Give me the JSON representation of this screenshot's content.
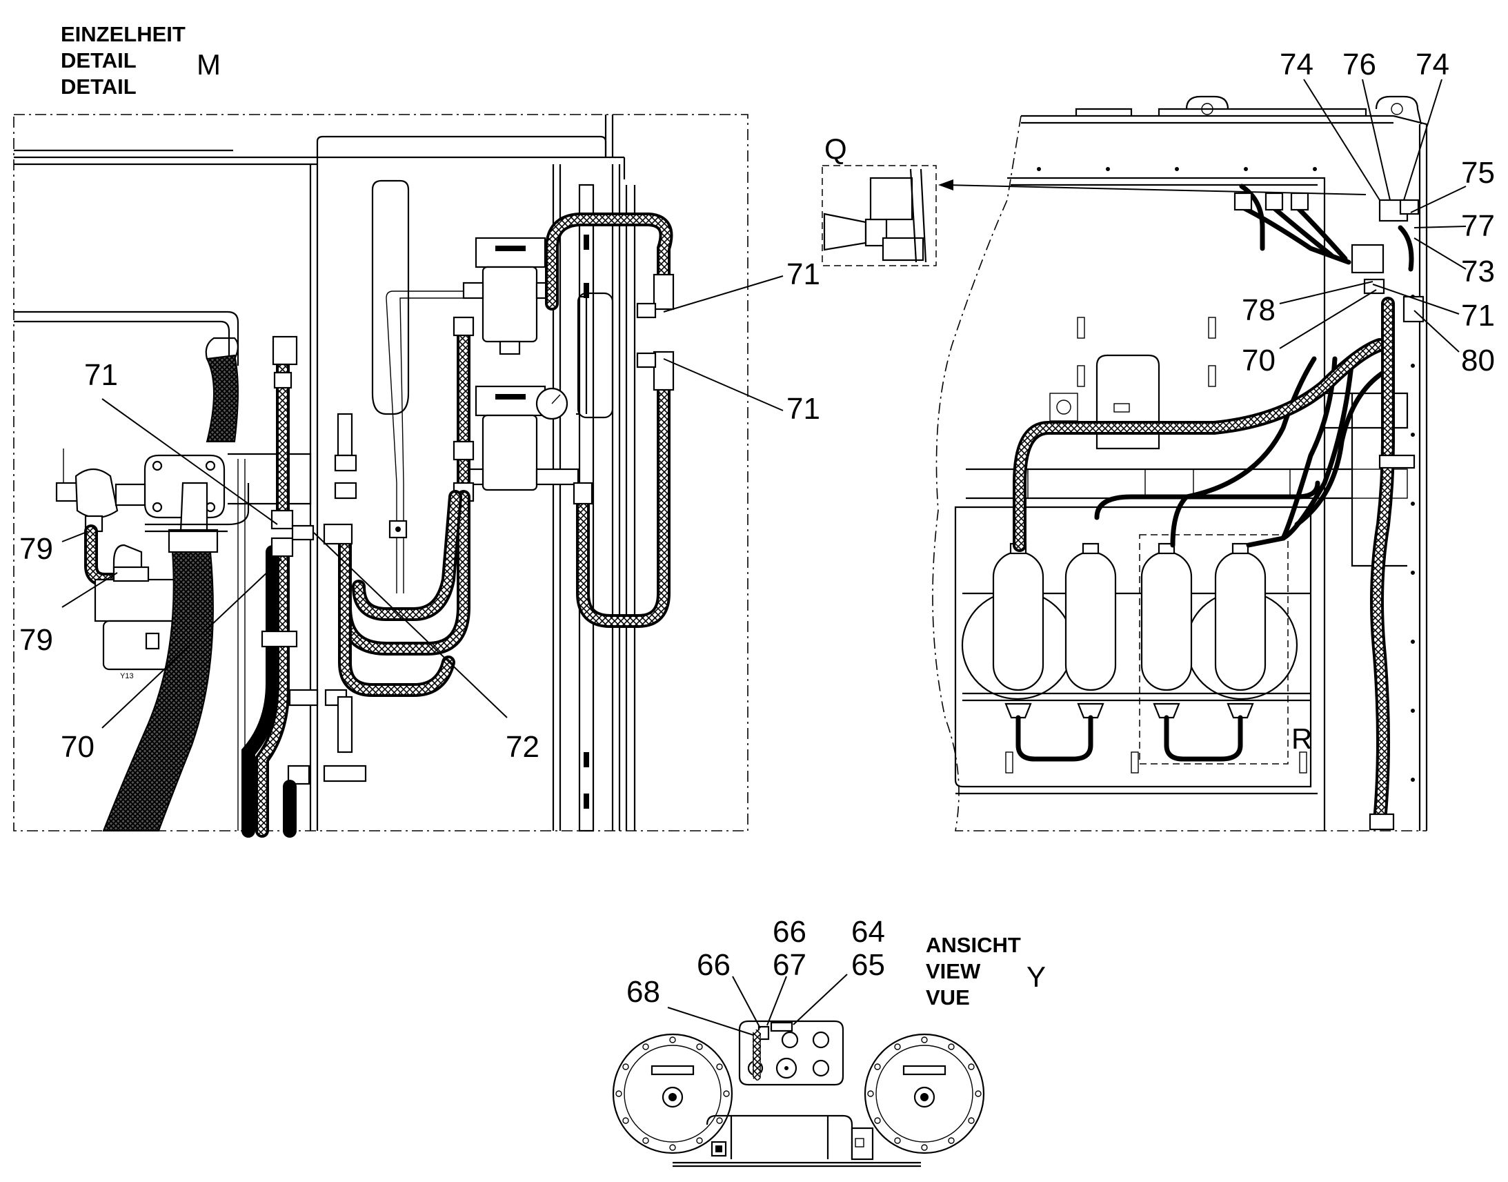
{
  "detail_header": {
    "line1": "EINZELHEIT",
    "line2": "DETAIL",
    "line3": "DETAIL",
    "letter": "M"
  },
  "view_header": {
    "line1": "ANSICHT",
    "line2": "VIEW",
    "line3": "VUE",
    "letter": "Y"
  },
  "view_markers": {
    "q": "Q",
    "r": "R"
  },
  "component_tag": "Y13",
  "callouts_detail": [
    "79",
    "79",
    "71",
    "70",
    "72",
    "71",
    "71"
  ],
  "callouts_right": [
    "74",
    "76",
    "74",
    "75",
    "77",
    "73",
    "78",
    "71",
    "70",
    "80"
  ],
  "callouts_view": [
    "68",
    "66",
    "66",
    "67",
    "64",
    "65"
  ]
}
